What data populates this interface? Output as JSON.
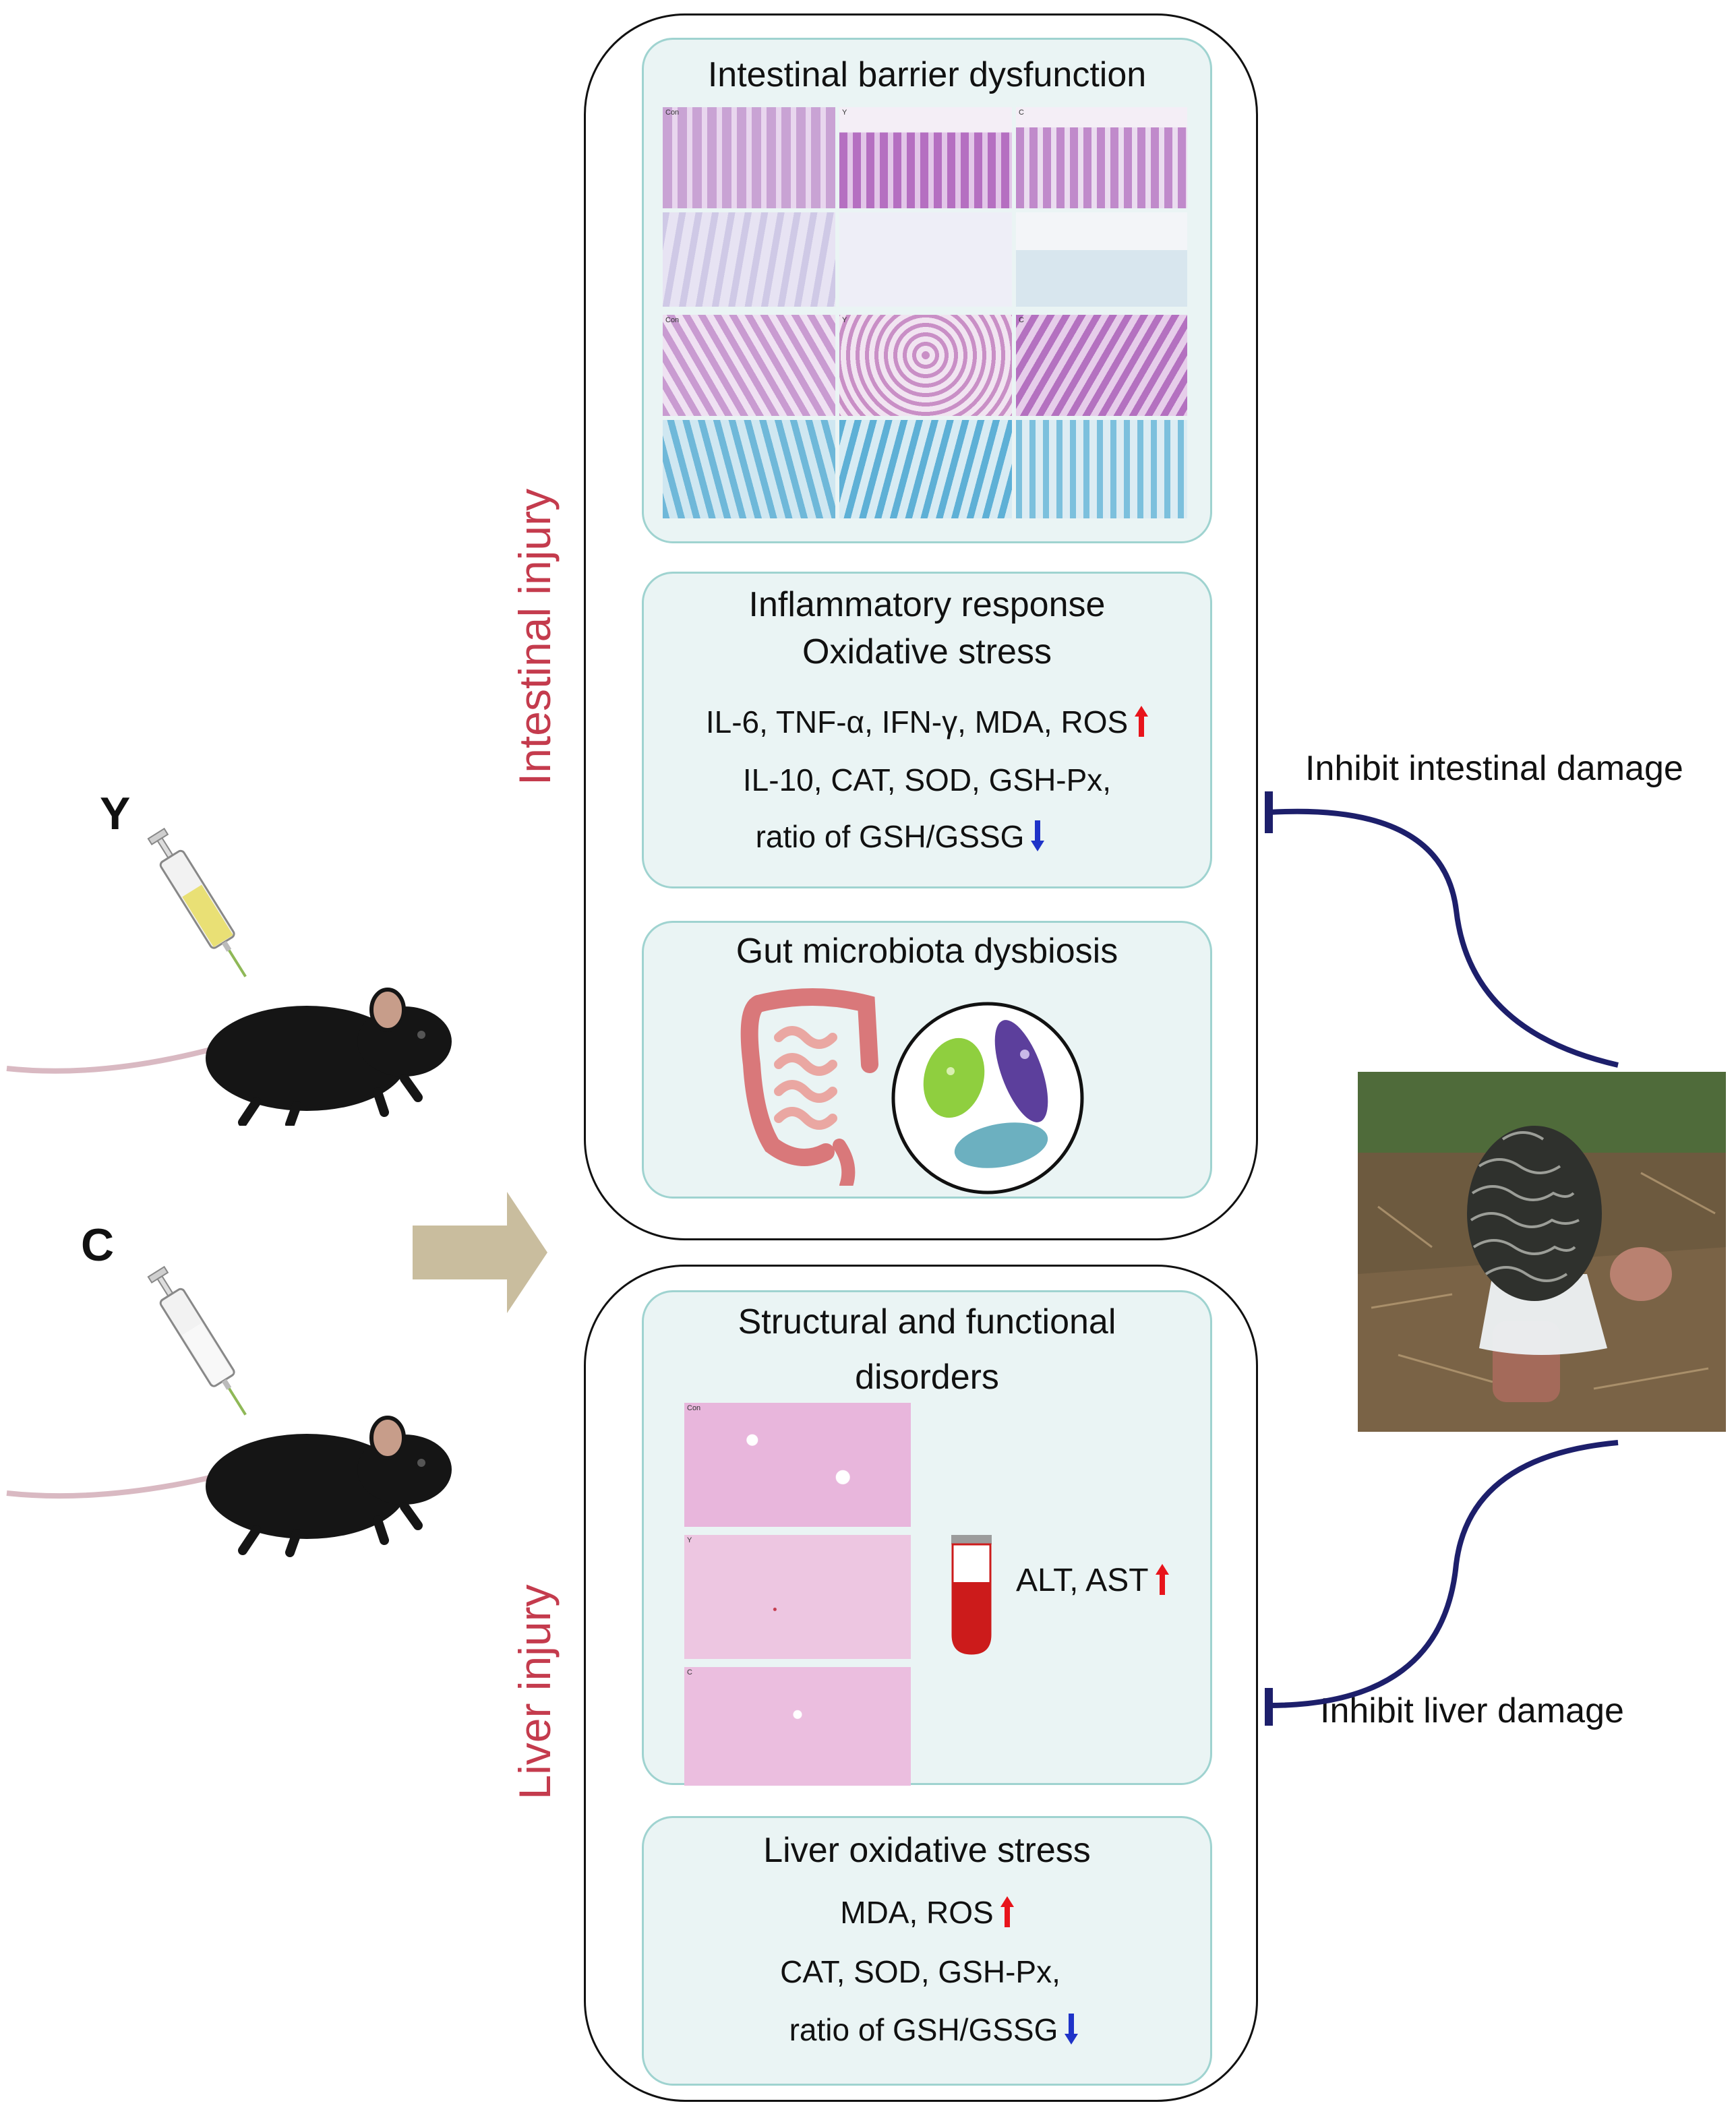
{
  "left": {
    "group_y": "Y",
    "group_c": "C"
  },
  "intestinal": {
    "vertical_label": "Intestinal injury",
    "barrier": {
      "title": "Intestinal barrier dysfunction",
      "panel_labels": [
        "Con",
        "Y",
        "C",
        "Con",
        "Y",
        "C"
      ]
    },
    "inflammation": {
      "title_line1": "Inflammatory response",
      "title_line2": "Oxidative stress",
      "up_markers": "IL-6, TNF-α, IFN-γ, MDA, ROS",
      "down_markers_line1": "IL-10, CAT, SOD, GSH-Px,",
      "down_markers_line2": "ratio of GSH/GSSG"
    },
    "microbiota": {
      "title": "Gut microbiota dysbiosis"
    }
  },
  "liver": {
    "vertical_label": "Liver injury",
    "structural": {
      "title_line1": "Structural and functional",
      "title_line2": "disorders",
      "panel_labels": [
        "Con",
        "Y",
        "C"
      ],
      "enzymes": "ALT, AST"
    },
    "oxidative": {
      "title": "Liver oxidative stress",
      "up_markers": "MDA, ROS",
      "down_markers_line1": "CAT, SOD, GSH-Px,",
      "down_markers_line2": "ratio of GSH/GSSG"
    }
  },
  "right": {
    "inhibit_intestinal": "Inhibit intestinal damage",
    "inhibit_liver": "Inhibit liver damage"
  },
  "colors": {
    "up_arrow": "#e8141b",
    "down_arrow": "#1f33c8",
    "vertical_label": "#c43b4d",
    "panel_fill": "#eaf4f4",
    "panel_border": "#9fd3d0",
    "inhibit_curve": "#1d1f6b",
    "block_arrow": "#c9bd9e"
  }
}
